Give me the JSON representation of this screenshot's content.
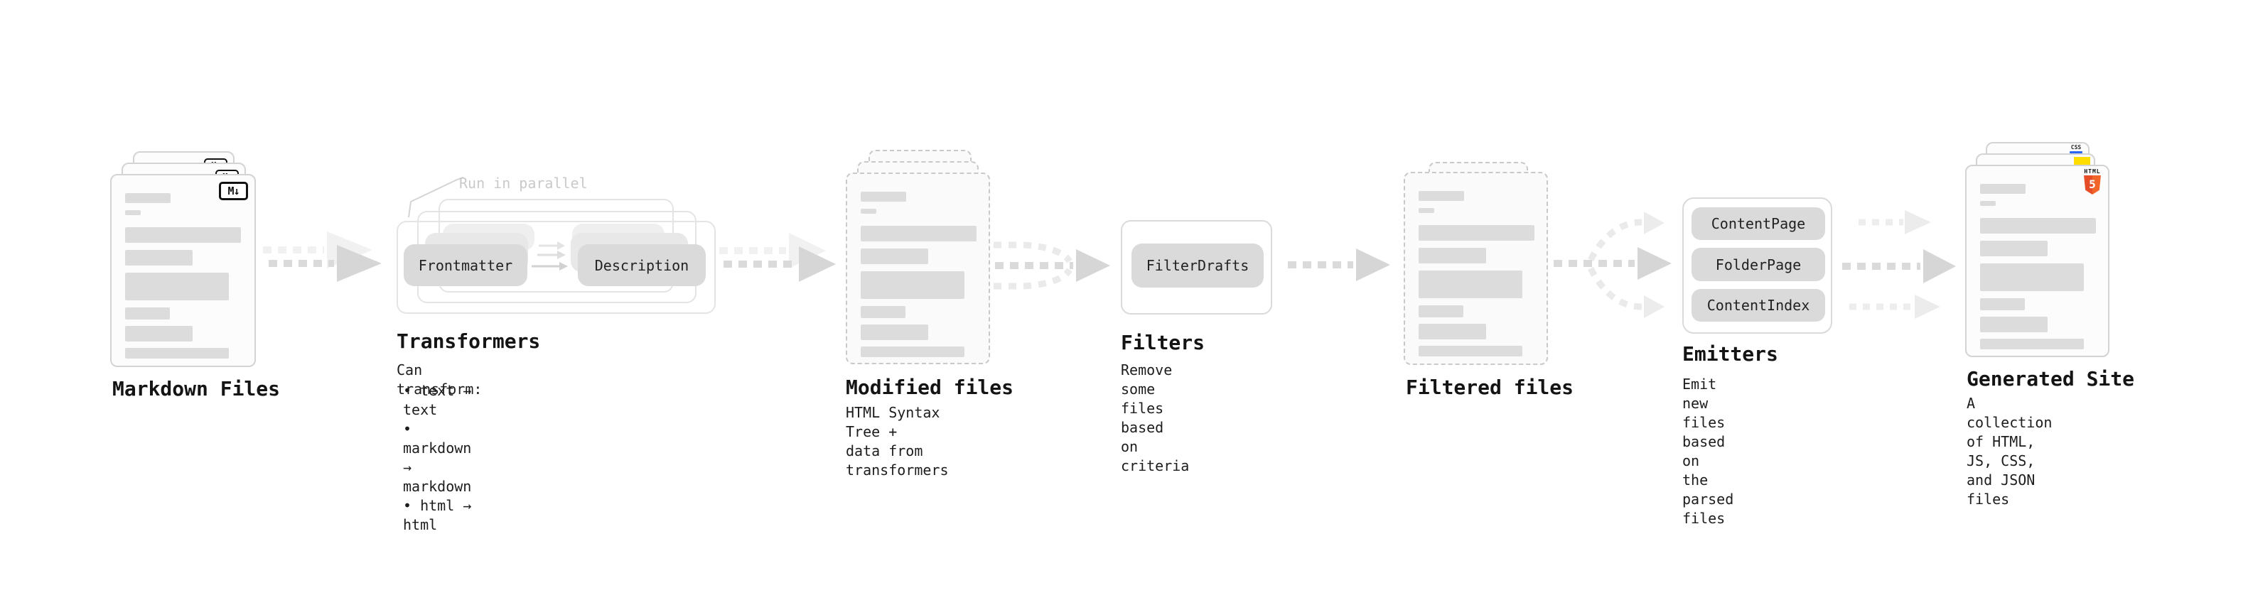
{
  "colors": {
    "html5_orange": "#e44d26",
    "html5_orange_light": "#f16529",
    "js_yellow": "#ffdd00",
    "css_blue": "#2965f1"
  },
  "markdown_files": {
    "badge": "M↓",
    "label": "Markdown Files"
  },
  "transformers": {
    "note": "Run in parallel",
    "pill_left": "Frontmatter",
    "pill_right": "Description",
    "label": "Transformers",
    "desc_heading": "Can transform:",
    "bullets": [
      "• text → text",
      "• markdown → markdown",
      "• html → html"
    ]
  },
  "modified_files": {
    "label": "Modified files",
    "desc": "HTML Syntax Tree +\ndata from transformers"
  },
  "filters": {
    "pill": "FilterDrafts",
    "label": "Filters",
    "desc": "Remove some files based\non criteria"
  },
  "filtered_files": {
    "label": "Filtered files"
  },
  "emitters": {
    "pills": [
      "ContentPage",
      "FolderPage",
      "ContentIndex"
    ],
    "label": "Emitters",
    "desc": "Emit new files based on\nthe parsed files"
  },
  "generated_site": {
    "label": "Generated Site",
    "desc": "A collection of HTML,\nJS, CSS, and JSON files",
    "badge_css": "CSS",
    "badge_html": "HTML",
    "badge_five": "5"
  }
}
